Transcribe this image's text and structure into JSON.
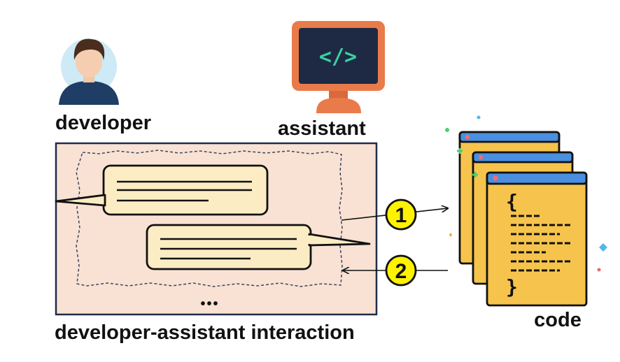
{
  "labels": {
    "developer": "developer",
    "assistant": "assistant",
    "code": "code",
    "interaction": "developer-assistant interaction",
    "ellipsis": "•••"
  },
  "steps": [
    "1",
    "2"
  ],
  "monitor_symbol": "</>",
  "code_braces": {
    "open": "{",
    "close": "}"
  },
  "colors": {
    "panel_fill": "#f9e2d3",
    "panel_border": "#1f2d4a",
    "bubble_fill": "#fcecc4",
    "step_badge": "#fff200",
    "doc_fill": "#f6c44c",
    "doc_header": "#4a8fe0",
    "monitor_frame": "#e97b4a",
    "monitor_screen": "#1e2a44",
    "monitor_symbol": "#39d0a0"
  }
}
